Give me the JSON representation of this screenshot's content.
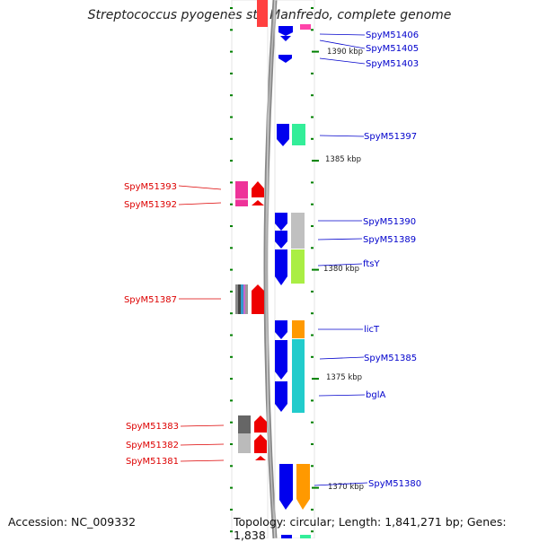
{
  "title": "Streptococcus pyogenes str. Manfredo, complete genome",
  "footer": {
    "accession": "Accession: NC_009332",
    "topology": "Topology: circular; Length: 1,841,271 bp; Genes: 1,838"
  },
  "colors": {
    "plus_strand_label": "#0000cc",
    "minus_strand_label": "#dd0000",
    "tick": "#008000",
    "backbone": "#888888"
  },
  "scale_labels": [
    "1390 kbp",
    "1385 kbp",
    "1380 kbp",
    "1375 kbp",
    "1370 kbp"
  ],
  "genes_plus": [
    "SpyM51406",
    "SpyM51405",
    "SpyM51403",
    "SpyM51397",
    "SpyM51390",
    "SpyM51389",
    "ftsY",
    "licT",
    "SpyM51385",
    "bglA",
    "SpyM51380"
  ],
  "genes_minus": [
    "SpyM51393",
    "SpyM51392",
    "SpyM51387",
    "SpyM51383",
    "SpyM51382",
    "SpyM51381"
  ]
}
